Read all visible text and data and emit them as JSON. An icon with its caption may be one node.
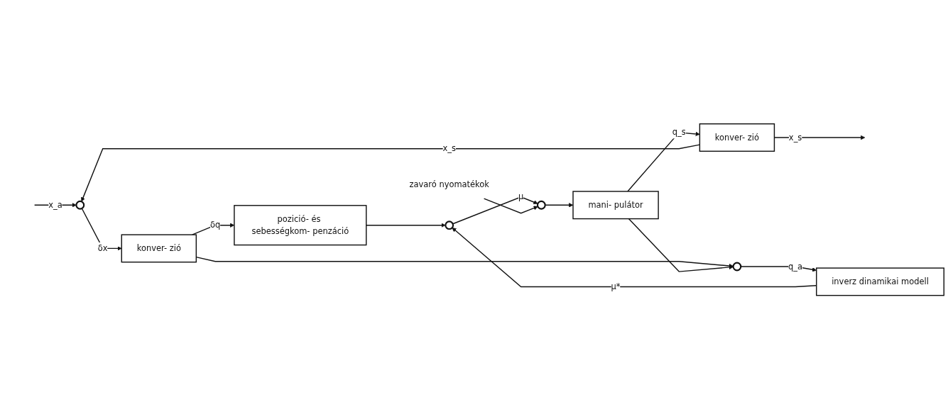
{
  "diagram": {
    "nodes": [
      {
        "text": [],
        "shape": "circle"
      },
      {
        "text": [
          "konver- zió"
        ]
      },
      {
        "text": [],
        "shape": "circle"
      },
      {
        "text": [
          "inverz dinamikai modell"
        ]
      },
      {
        "text": [
          "pozició- és sebességkom- penzáció"
        ]
      },
      {
        "text": [],
        "shape": "circle"
      },
      {
        "text": [
          "zavaró nyomatékok"
        ]
      },
      {
        "text": [],
        "shape": "circle"
      },
      {
        "text": [
          "mani- pulátor"
        ]
      },
      {
        "text": [
          "konver- zió"
        ]
      }
    ],
    "edges": [
      {
        "from": null,
        "to": 0,
        "arrow": "to",
        "label": "x_a"
      },
      {
        "from": 0,
        "to": 1,
        "arrow": "to",
        "label": "δx"
      },
      {
        "from": 1,
        "to": 4,
        "arrow": "to",
        "label": "δq"
      },
      {
        "from": 1,
        "to": 2,
        "arrow": "to"
      },
      {
        "from": 2,
        "to": 3,
        "arrow": "to",
        "label": "q_a"
      },
      {
        "from": 3,
        "to": 5,
        "arrow": "to",
        "label": "μ*"
      },
      {
        "from": 4,
        "to": 5,
        "arrow": "to"
      },
      {
        "from": 5,
        "to": 7,
        "arrow": "to",
        "label": "μ"
      },
      {
        "from": 6,
        "to": 7,
        "arrow": "to"
      },
      {
        "from": 7,
        "to": 8,
        "arrow": "to"
      },
      {
        "from": 8,
        "to": 9,
        "arrow": "to",
        "label": "q_s"
      },
      {
        "from": 8,
        "to": 2,
        "arrow": "to"
      },
      {
        "from": 9,
        "to": null,
        "arrow": "to",
        "label": "x_s"
      },
      {
        "from": 9,
        "to": 0,
        "arrow": "to",
        "label": "x_s"
      }
    ]
  }
}
